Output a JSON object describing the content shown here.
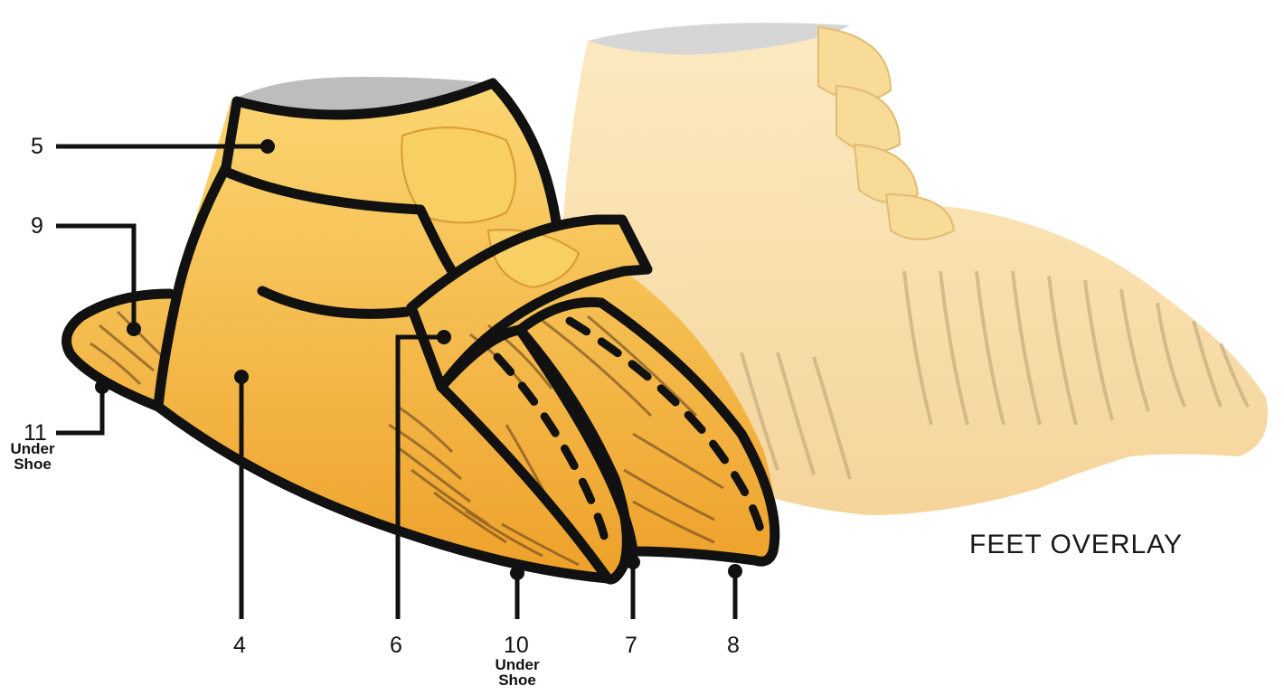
{
  "title": "FEET OVERLAY",
  "colors": {
    "outline": "#111111",
    "shoe_fill": "#f7c84a",
    "shoe_shade": "#e99a1e",
    "ghost_fill": "#f8dc9a",
    "opening": "#bdbdbd"
  },
  "callouts": [
    {
      "id": "4",
      "number": "4",
      "sub": ""
    },
    {
      "id": "5",
      "number": "5",
      "sub": ""
    },
    {
      "id": "6",
      "number": "6",
      "sub": ""
    },
    {
      "id": "7",
      "number": "7",
      "sub": ""
    },
    {
      "id": "8",
      "number": "8",
      "sub": ""
    },
    {
      "id": "9",
      "number": "9",
      "sub": ""
    },
    {
      "id": "10",
      "number": "10",
      "sub": "Under\nShoe"
    },
    {
      "id": "11",
      "number": "11",
      "sub": "Under\nShoe"
    }
  ]
}
